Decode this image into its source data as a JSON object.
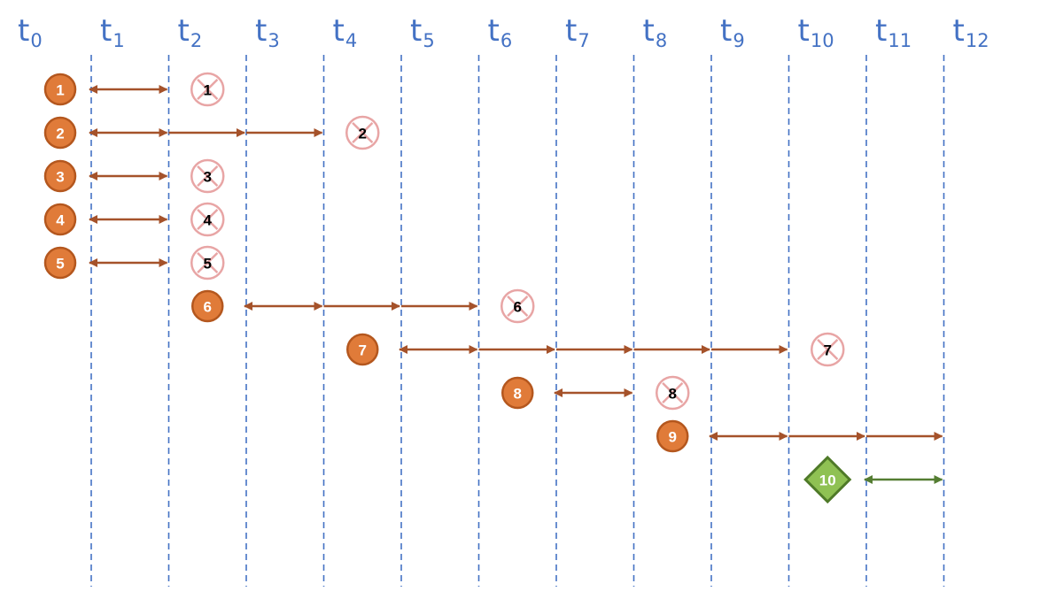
{
  "colors": {
    "timeline": "#4472c4",
    "active_fill": "#e07b39",
    "active_stroke": "#b4571e",
    "arrow": "#a5522a",
    "dead": "#e8a5a5",
    "new_fill": "#8fc153",
    "new_stroke": "#4f7a28",
    "new_arrow": "#547d32",
    "active_text": "#ffffff",
    "dead_text": "#000000"
  },
  "time_steps": [
    {
      "base": "t",
      "sub": "0"
    },
    {
      "base": "t",
      "sub": "1"
    },
    {
      "base": "t",
      "sub": "2"
    },
    {
      "base": "t",
      "sub": "3"
    },
    {
      "base": "t",
      "sub": "4"
    },
    {
      "base": "t",
      "sub": "5"
    },
    {
      "base": "t",
      "sub": "6"
    },
    {
      "base": "t",
      "sub": "7"
    },
    {
      "base": "t",
      "sub": "8"
    },
    {
      "base": "t",
      "sub": "9"
    },
    {
      "base": "t",
      "sub": "10"
    },
    {
      "base": "t",
      "sub": "11"
    },
    {
      "base": "t",
      "sub": "12"
    }
  ],
  "tracks": [
    {
      "id": "1",
      "birth": 0,
      "end": 2,
      "terminated": true,
      "shape": "circle"
    },
    {
      "id": "2",
      "birth": 0,
      "end": 4,
      "terminated": true,
      "shape": "circle"
    },
    {
      "id": "3",
      "birth": 0,
      "end": 2,
      "terminated": true,
      "shape": "circle"
    },
    {
      "id": "4",
      "birth": 0,
      "end": 2,
      "terminated": true,
      "shape": "circle"
    },
    {
      "id": "5",
      "birth": 0,
      "end": 2,
      "terminated": true,
      "shape": "circle"
    },
    {
      "id": "6",
      "birth": 2,
      "end": 6,
      "terminated": true,
      "shape": "circle"
    },
    {
      "id": "7",
      "birth": 4,
      "end": 10,
      "terminated": true,
      "shape": "circle"
    },
    {
      "id": "8",
      "birth": 6,
      "end": 8,
      "terminated": true,
      "shape": "circle"
    },
    {
      "id": "9",
      "birth": 8,
      "end": 12,
      "terminated": false,
      "shape": "circle"
    },
    {
      "id": "10",
      "birth": 10,
      "end": 12,
      "terminated": false,
      "shape": "diamond"
    }
  ]
}
